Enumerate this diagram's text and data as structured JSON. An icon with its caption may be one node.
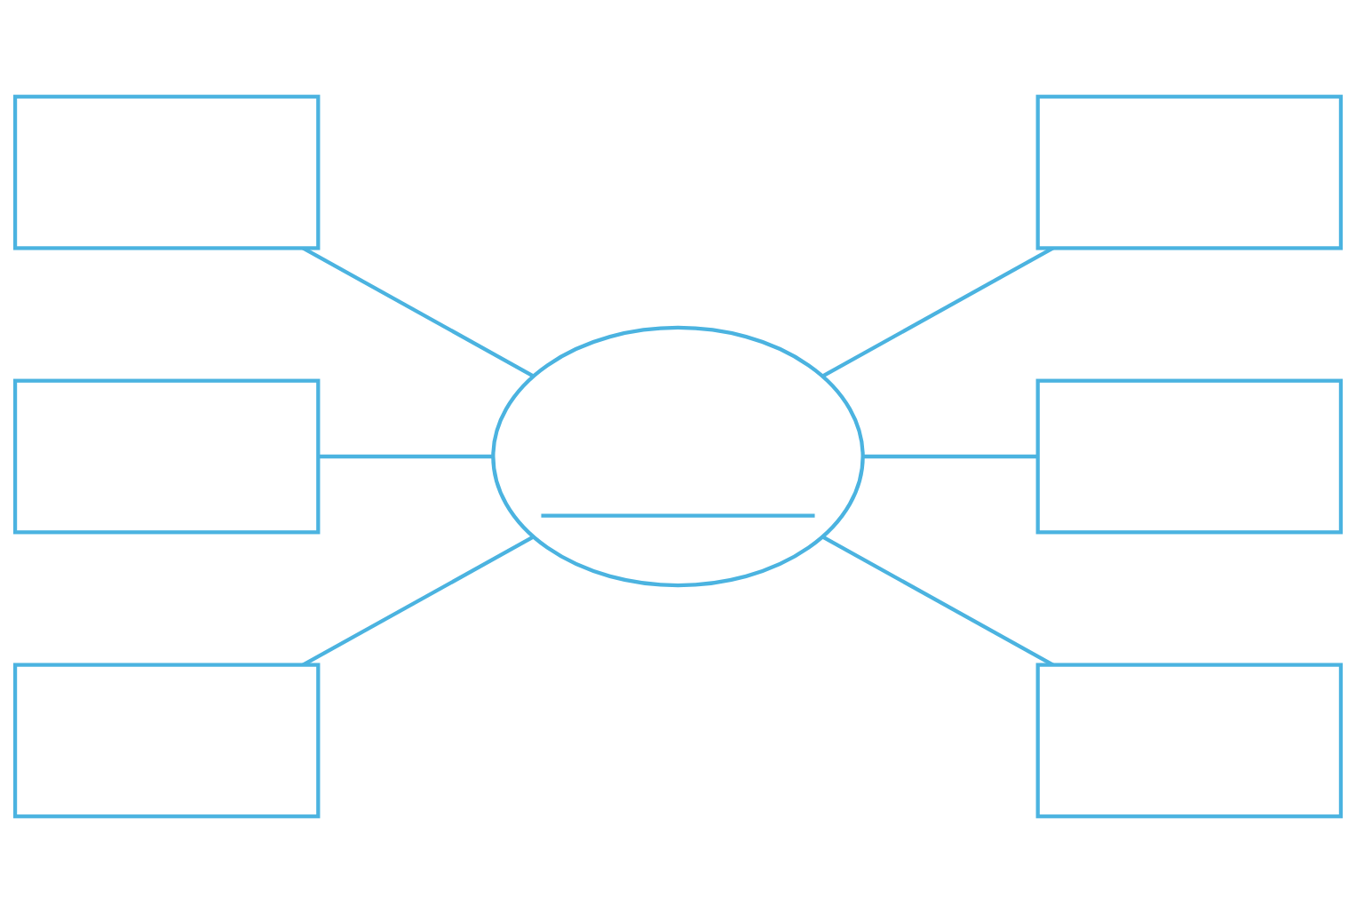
{
  "diagram": {
    "nodes": [
      {
        "text": [],
        "shape": "box"
      },
      {
        "text": [],
        "shape": "box"
      },
      {
        "text": [],
        "shape": "box"
      },
      {
        "text": [],
        "shape": "ellipse"
      },
      {
        "text": [],
        "shape": "box"
      },
      {
        "text": [],
        "shape": "box"
      },
      {
        "text": [],
        "shape": "box"
      }
    ],
    "edges": [
      {
        "from": 0,
        "to": 3,
        "arrow": "none"
      },
      {
        "from": 3,
        "to": 1,
        "arrow": "none"
      },
      {
        "from": 2,
        "to": 3,
        "arrow": "none"
      },
      {
        "from": 3,
        "to": 4,
        "arrow": "none"
      },
      {
        "from": 5,
        "to": 3,
        "arrow": "none"
      },
      {
        "from": 3,
        "to": 6,
        "arrow": "none"
      }
    ]
  }
}
